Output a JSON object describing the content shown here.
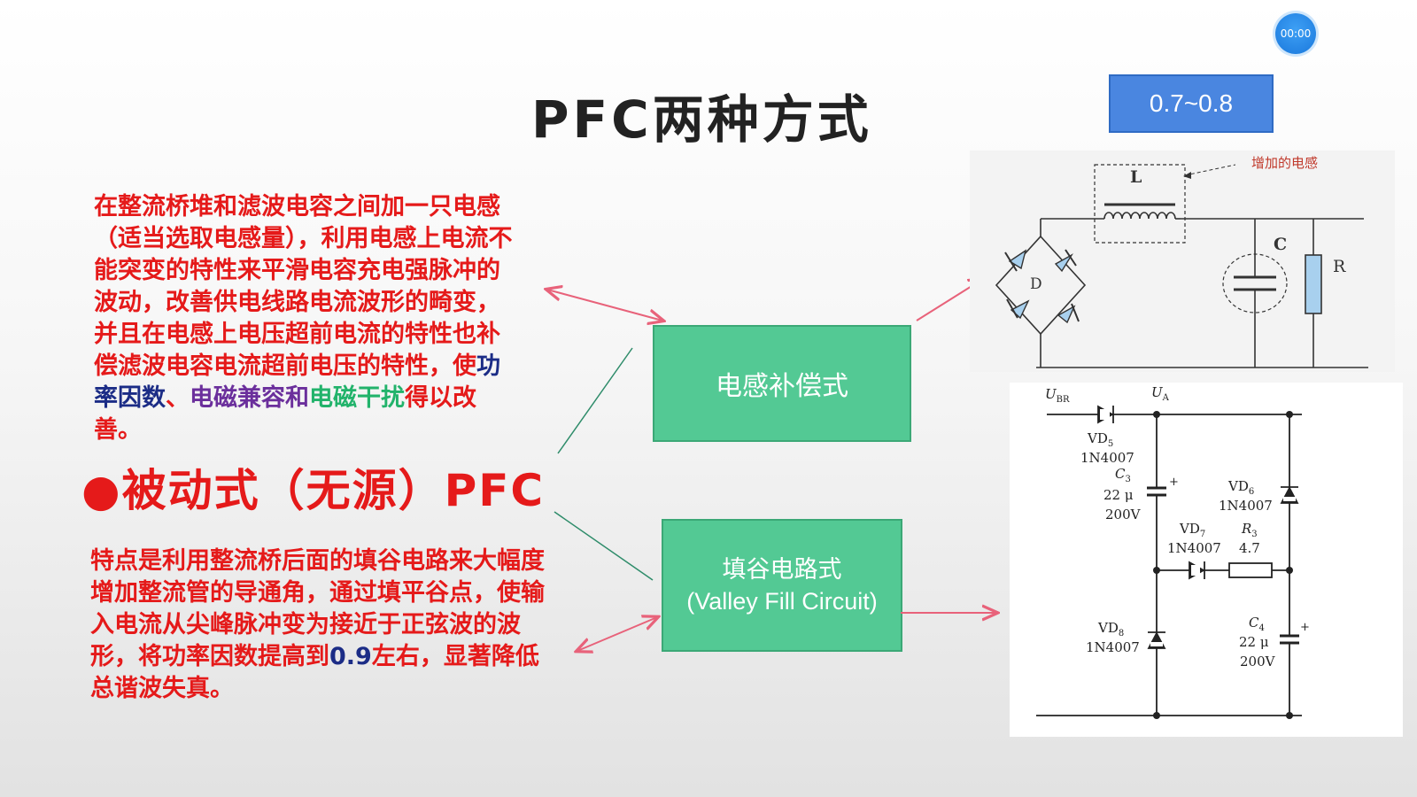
{
  "timer": "00:00",
  "title": "PFC两种方式",
  "badge": "0.7~0.8",
  "main_label": "●被动式（无源）PFC",
  "para1": {
    "red_a": "在整流桥堆和滤波电容之间加一只电感（适当选取电感量），利用电感上电流不能突变的特性来平滑电容充电强脉冲的波动，改善供电线路电流波形的畸变，并且在电感上电压超前电流的特性也补偿滤波电容电流超前电压的特性，使",
    "navy": "功率因数",
    "sep": "、",
    "purple": "电磁兼容和",
    "green": "电磁干扰",
    "red_b": "得以改善。"
  },
  "para2": {
    "red_a": "特点是利用整流桥后面的填谷电路来大幅度增加整流管的导通角，通过填平谷点，使输入电流从尖峰脉冲变为接近于正弦波的波形，将功率因数提高到",
    "navy": "0.9",
    "red_b": "左右，显著降低总谐波失真。"
  },
  "box1": {
    "label": "电感补偿式"
  },
  "box2": {
    "line1": "填谷电路式",
    "line2": "(Valley Fill Circuit)"
  },
  "circuit1": {
    "annotation": "增加的电感",
    "L": "L",
    "C": "C",
    "R": "R",
    "D": "D"
  },
  "circuit2": {
    "ubr_main": "U",
    "ubr_sub": "BR",
    "ua_main": "U",
    "ua_sub": "A",
    "vd5": {
      "name": "VD",
      "sub": "5",
      "part": "1N4007"
    },
    "c3": {
      "name": "C",
      "sub": "3",
      "cap": "22 μ",
      "volt": "200V"
    },
    "vd6": {
      "name": "VD",
      "sub": "6",
      "part": "1N4007"
    },
    "vd7": {
      "name": "VD",
      "sub": "7",
      "part": "1N4007"
    },
    "r3": {
      "name": "R",
      "sub": "3",
      "value": "4.7"
    },
    "vd8": {
      "name": "VD",
      "sub": "8",
      "part": "1N4007"
    },
    "c4": {
      "name": "C",
      "sub": "4",
      "cap": "22 μ",
      "volt": "200V"
    },
    "plus": "+"
  },
  "colors": {
    "red": "#e51a1a",
    "navy": "#1b2c86",
    "purple": "#6b2f9c",
    "green": "#22b36b",
    "box_green": "#53c994",
    "badge_blue": "#4a86e0",
    "arrow_pink": "#e8627a",
    "line_teal": "#2e8c6a"
  }
}
